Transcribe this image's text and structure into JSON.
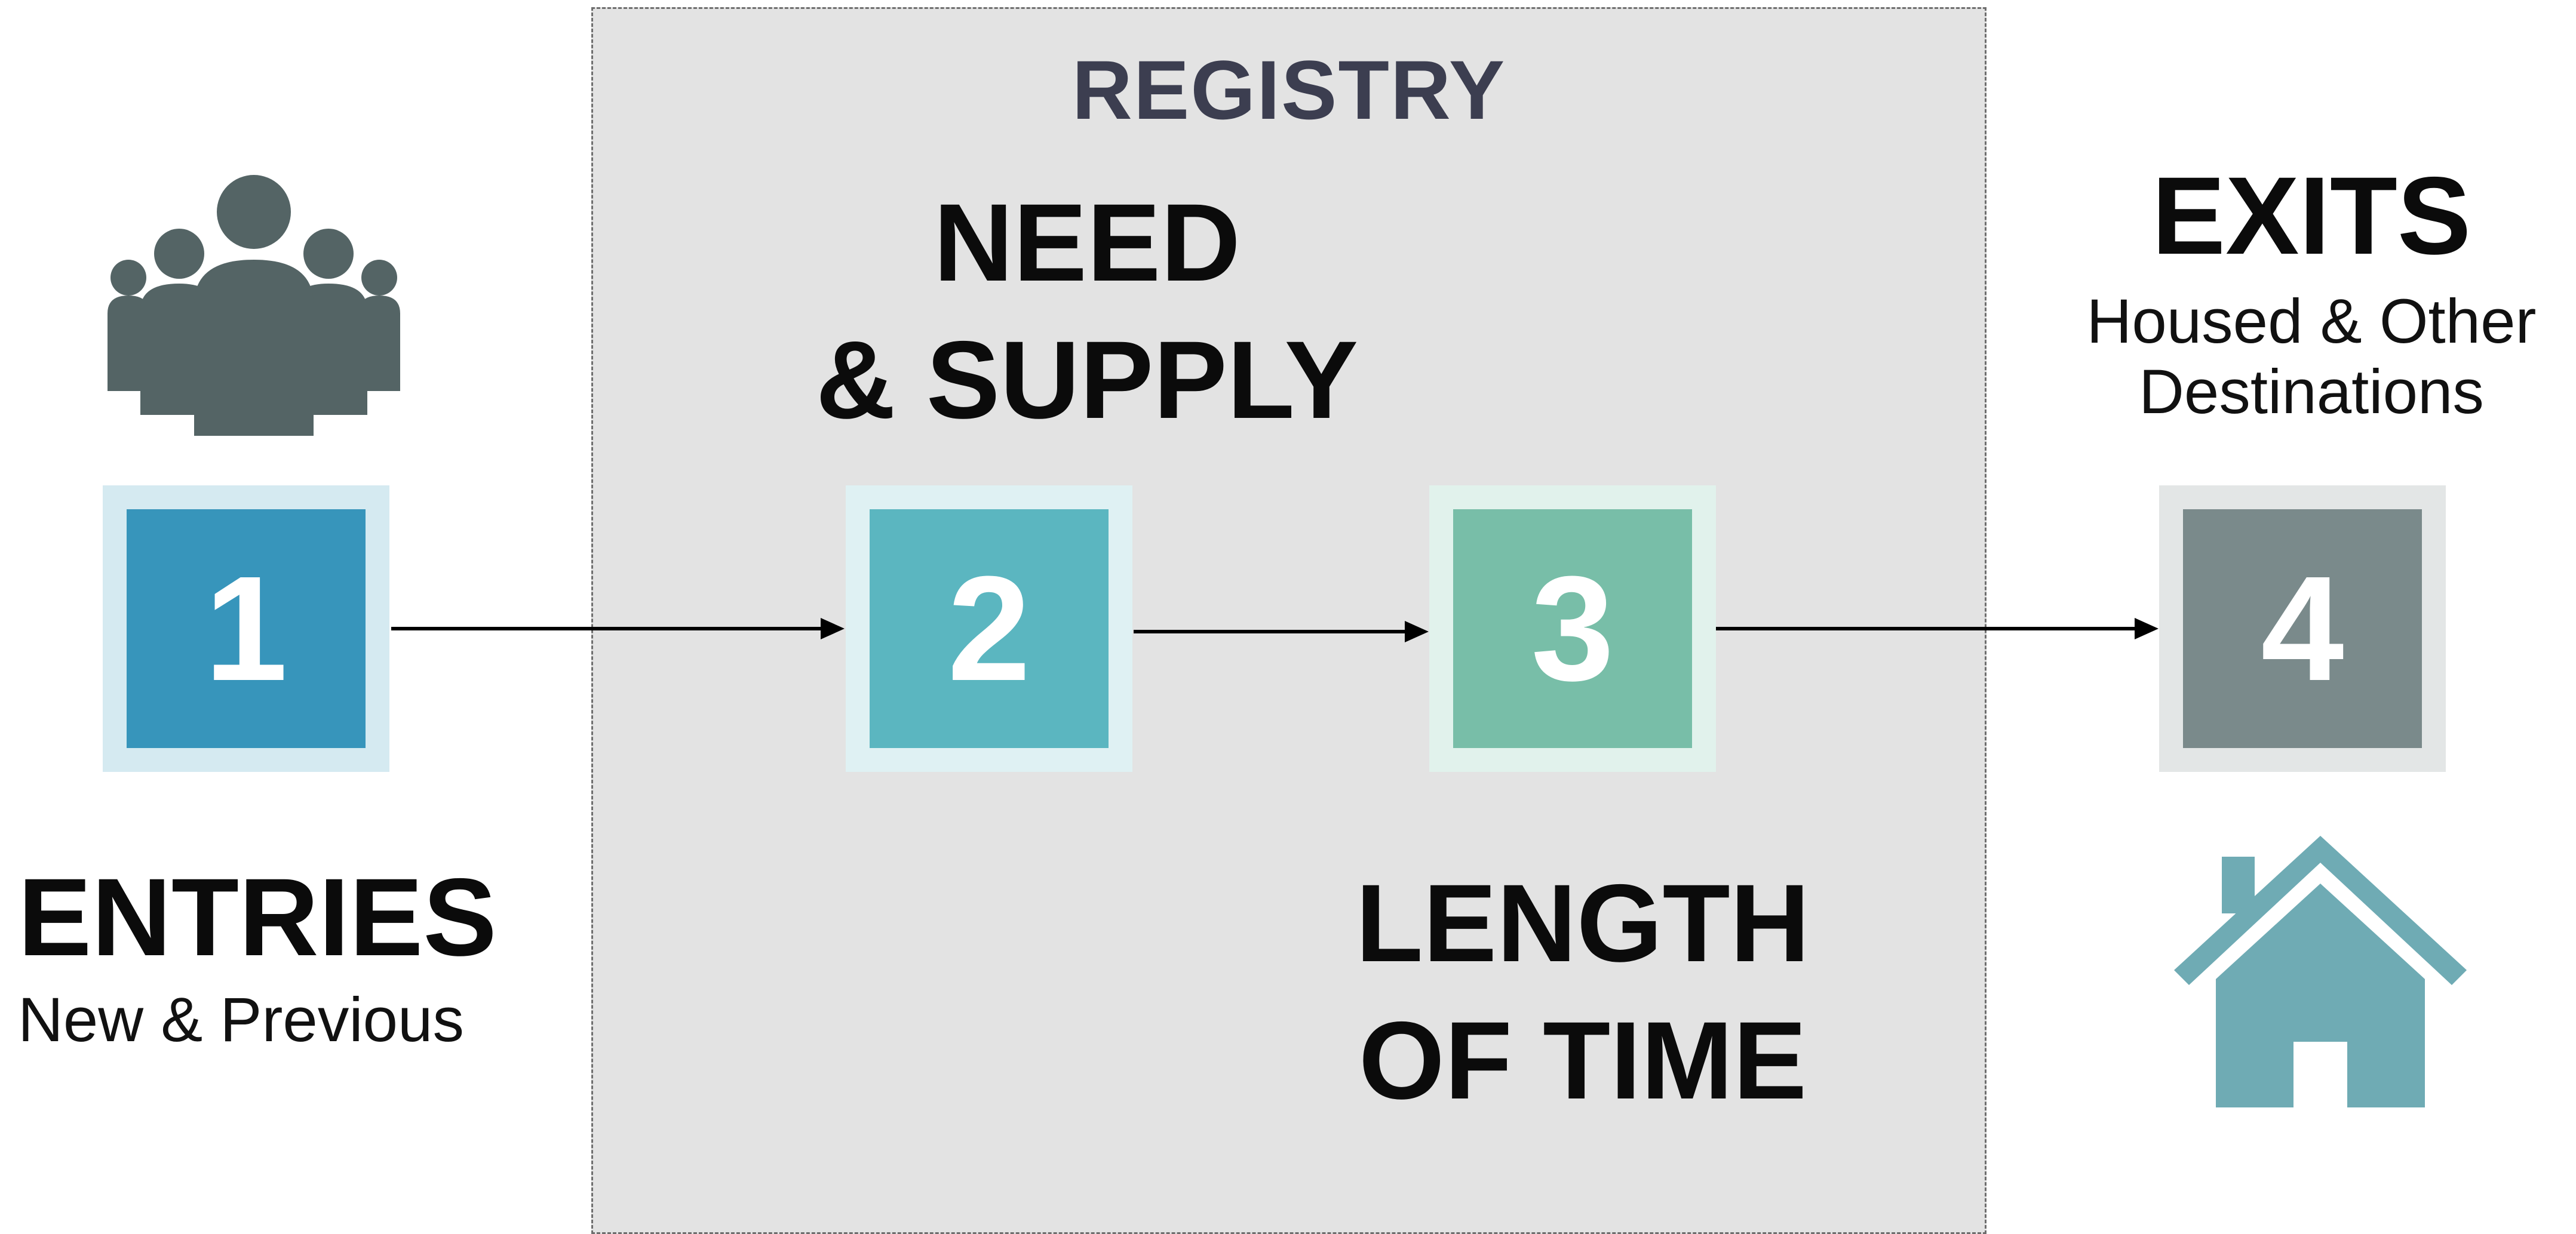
{
  "registry": {
    "label": "REGISTRY"
  },
  "steps": [
    {
      "number": "1",
      "color": "#3795bb"
    },
    {
      "number": "2",
      "color": "#5bb6c0"
    },
    {
      "number": "3",
      "color": "#78bea8"
    },
    {
      "number": "4",
      "color": "#7a8a8b"
    }
  ],
  "entries": {
    "title": "ENTRIES",
    "subtitle": "New & Previous"
  },
  "need_supply": {
    "line1": "NEED",
    "line2": "& SUPPLY"
  },
  "length_of_time": {
    "line1": "LENGTH",
    "line2": "OF TIME"
  },
  "exits": {
    "title": "EXITS",
    "subtitle_line1": "Housed & Other",
    "subtitle_line2": "Destinations"
  },
  "icons": {
    "people": {
      "name": "people-group-icon",
      "color": "#546465"
    },
    "house": {
      "name": "house-icon",
      "color": "#6fabb4"
    }
  },
  "arrow_color": "#000000"
}
